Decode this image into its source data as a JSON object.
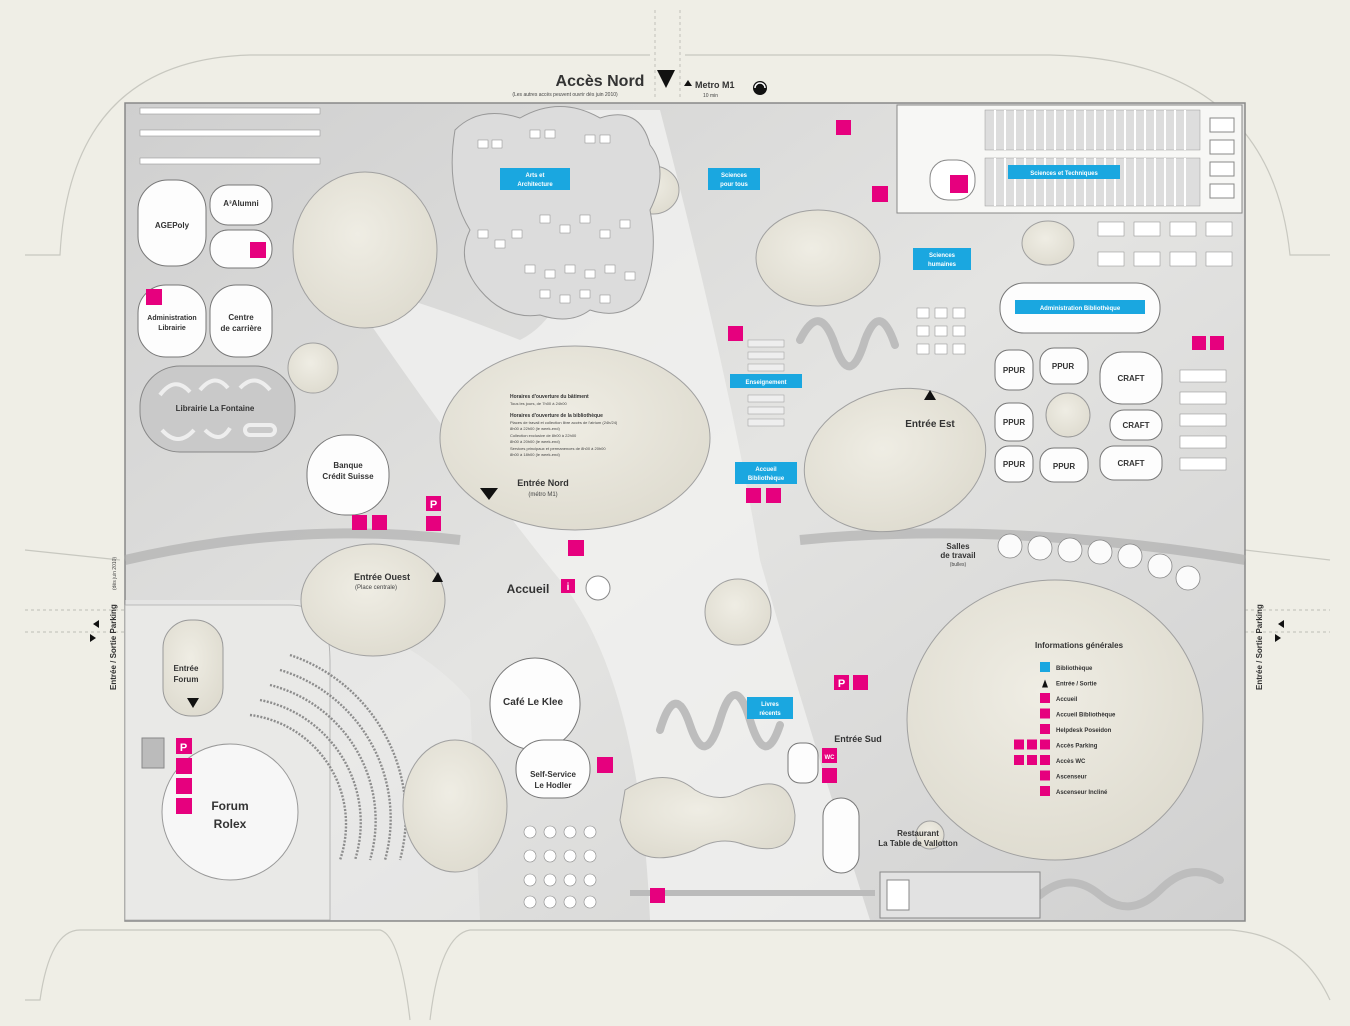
{
  "colors": {
    "accent_magenta": "#e6007e",
    "accent_cyan": "#1aa7e0",
    "blob": "#e9e7dc",
    "floor": "#d6d6d6",
    "paper": "#efeee6"
  },
  "header": {
    "acces_nord": "Accès Nord",
    "acces_nord_note": "(Les autres accès peuvent ouvrir dès juin 2010)",
    "metro": "Metro M1",
    "metro_time": "10 min"
  },
  "side": {
    "left_parking": "Entrée / Sortie Parking",
    "left_parking_note": "(dès juin 2010)",
    "right_parking": "Entrée / Sortie Parking"
  },
  "rooms": {
    "agepoly": "AGEPoly",
    "alumni": "A³Alumni",
    "admin_line1": "Administration",
    "admin_line2": "Librairie",
    "centre_line1": "Centre",
    "centre_line2": "de carrière",
    "librairie": "Librairie La Fontaine",
    "banque_line1": "Banque",
    "banque_line2": "Crédit Suisse",
    "ppur": "PPUR",
    "craft": "CRAFT",
    "forum_line1": "Forum",
    "forum_line2": "Rolex",
    "cafe": "Café Le Klee",
    "self_line1": "Self-Service",
    "self_line2": "Le Hodler",
    "restaurant_line1": "Restaurant",
    "restaurant_line2": "La Table de Vallotton",
    "salles_line1": "Salles",
    "salles_line2": "de travail",
    "salles_line3": "(bulles)"
  },
  "entrances": {
    "nord": "Entrée Nord",
    "nord_sub": "(métro M1)",
    "ouest": "Entrée Ouest",
    "ouest_sub": "(Place centrale)",
    "est": "Entrée Est",
    "sud": "Entrée Sud",
    "forum_line1": "Entrée",
    "forum_line2": "Forum",
    "accueil": "Accueil"
  },
  "tags": {
    "arts_line1": "Arts et",
    "arts_line2": "Architecture",
    "sciences_line1": "Sciences",
    "sciences_line2": "pour tous",
    "sciences_tech": "Sciences et Techniques",
    "sciences_hum_line1": "Sciences",
    "sciences_hum_line2": "humaines",
    "admin_biblio": "Administration Bibliothèque",
    "enseignement": "Enseignement",
    "accueil_biblio_line1": "Accueil",
    "accueil_biblio_line2": "Bibliothèque",
    "livres_line1": "Livres",
    "livres_line2": "récents"
  },
  "hours": {
    "h1": "Horaires d'ouverture du bâtiment",
    "l1": "Tous les jours, de 7h00 à 24h00",
    "h2": "Horaires d'ouverture de la bibliothèque",
    "l2": "Places de travail et collection libre accès de l'atrium (24h/24)",
    "l3": "8h00 à 22h00 (le week-end)",
    "l4": "Collection exclusive de 8h00 à 22h00",
    "l5": "8h00 à 20h00 (le week-end)",
    "l6": "Services principaux et permanences de 8h00 à 20h00",
    "l7": "8h00 à 18h00 (le week-end)"
  },
  "legend": {
    "title": "Informations générales",
    "items": [
      "Bibliothèque",
      "Entrée / Sortie",
      "Accueil",
      "Accueil Bibliothèque",
      "Helpdesk Poseidon",
      "Accès Parking",
      "Accès WC",
      "Ascenseur",
      "Ascenseur Incliné"
    ],
    "icons": [
      "cyan-square-icon",
      "entrance-arrow-icon",
      "info-icon",
      "library-desk-icon",
      "helpdesk-icon",
      "parking-icon",
      "wc-icon",
      "elevator-icon",
      "inclined-elevator-icon"
    ]
  }
}
